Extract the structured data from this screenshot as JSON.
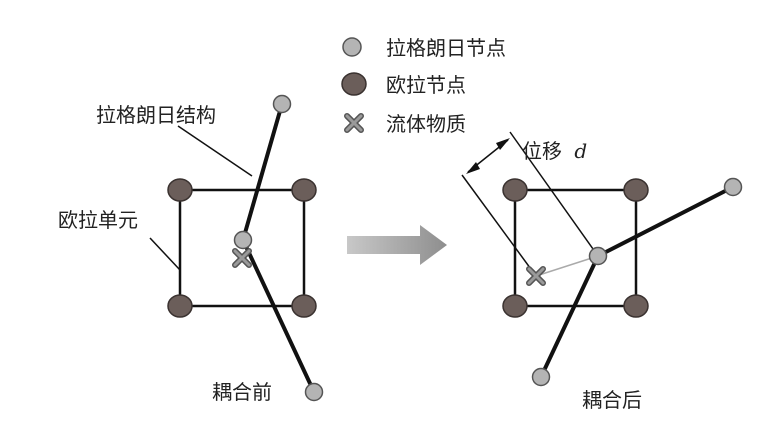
{
  "legend": {
    "lagrange_node": "拉格朗日节点",
    "euler_node": "欧拉节点",
    "fluid": "流体物质"
  },
  "labels": {
    "lagrange_structure": "拉格朗日结构",
    "euler_element": "欧拉单元",
    "displacement_prefix": "位移",
    "displacement_symbol": "d",
    "before": "耦合前",
    "after": "耦合后"
  },
  "colors": {
    "lagrange_node": "#b4b4b4",
    "euler_node": "#6b5e5a",
    "fluid_marker": "#7a7a7a",
    "arrow": "#9a9a9a",
    "line": "#111111"
  }
}
